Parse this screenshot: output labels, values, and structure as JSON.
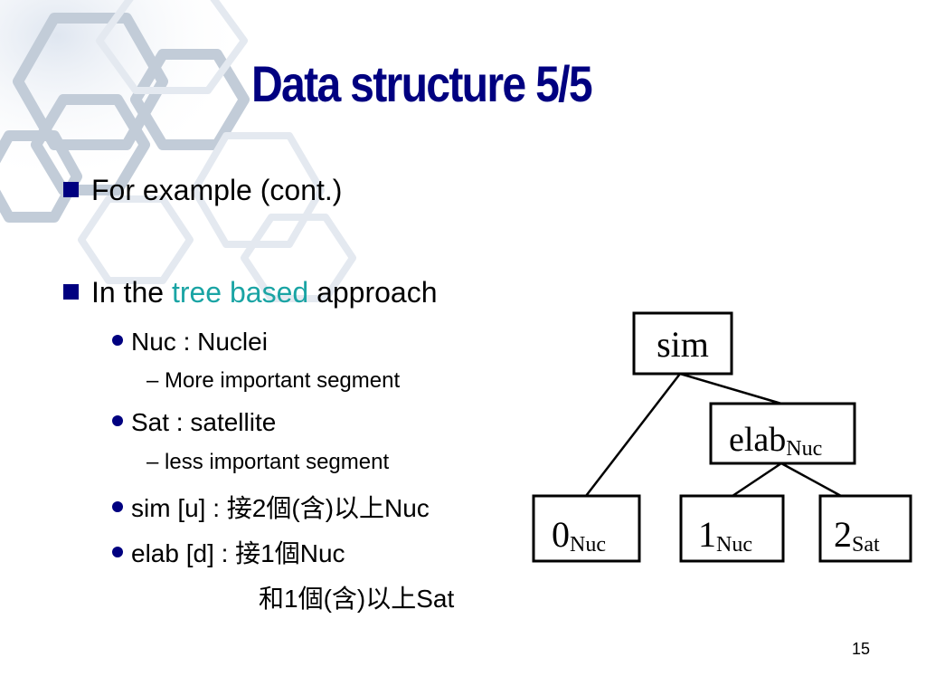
{
  "slide": {
    "title": "Data structure 5/5",
    "bullets": {
      "b1": "For example (cont.)",
      "b2": {
        "pre": "In the ",
        "accent": "tree based",
        "post": " approach"
      },
      "nuc": "Nuc : Nuclei",
      "nuc_desc": "– More important segment",
      "sat": "Sat : satellite",
      "sat_desc": "– less important segment",
      "sim": "sim [u] : 接2個(含)以上Nuc",
      "elab": "elab [d] : 接1個Nuc",
      "elab_cont": "和1個(含)以上Sat"
    },
    "page_number": "15",
    "accent_color": "#1aa4a4",
    "title_color": "#000080"
  },
  "tree": {
    "root": "sim",
    "mid": {
      "base": "elab",
      "sub": "Nuc"
    },
    "leaf0": {
      "base": "0",
      "sub": "Nuc"
    },
    "leaf1": {
      "base": "1",
      "sub": "Nuc"
    },
    "leaf2": {
      "base": "2",
      "sub": "Sat"
    }
  }
}
